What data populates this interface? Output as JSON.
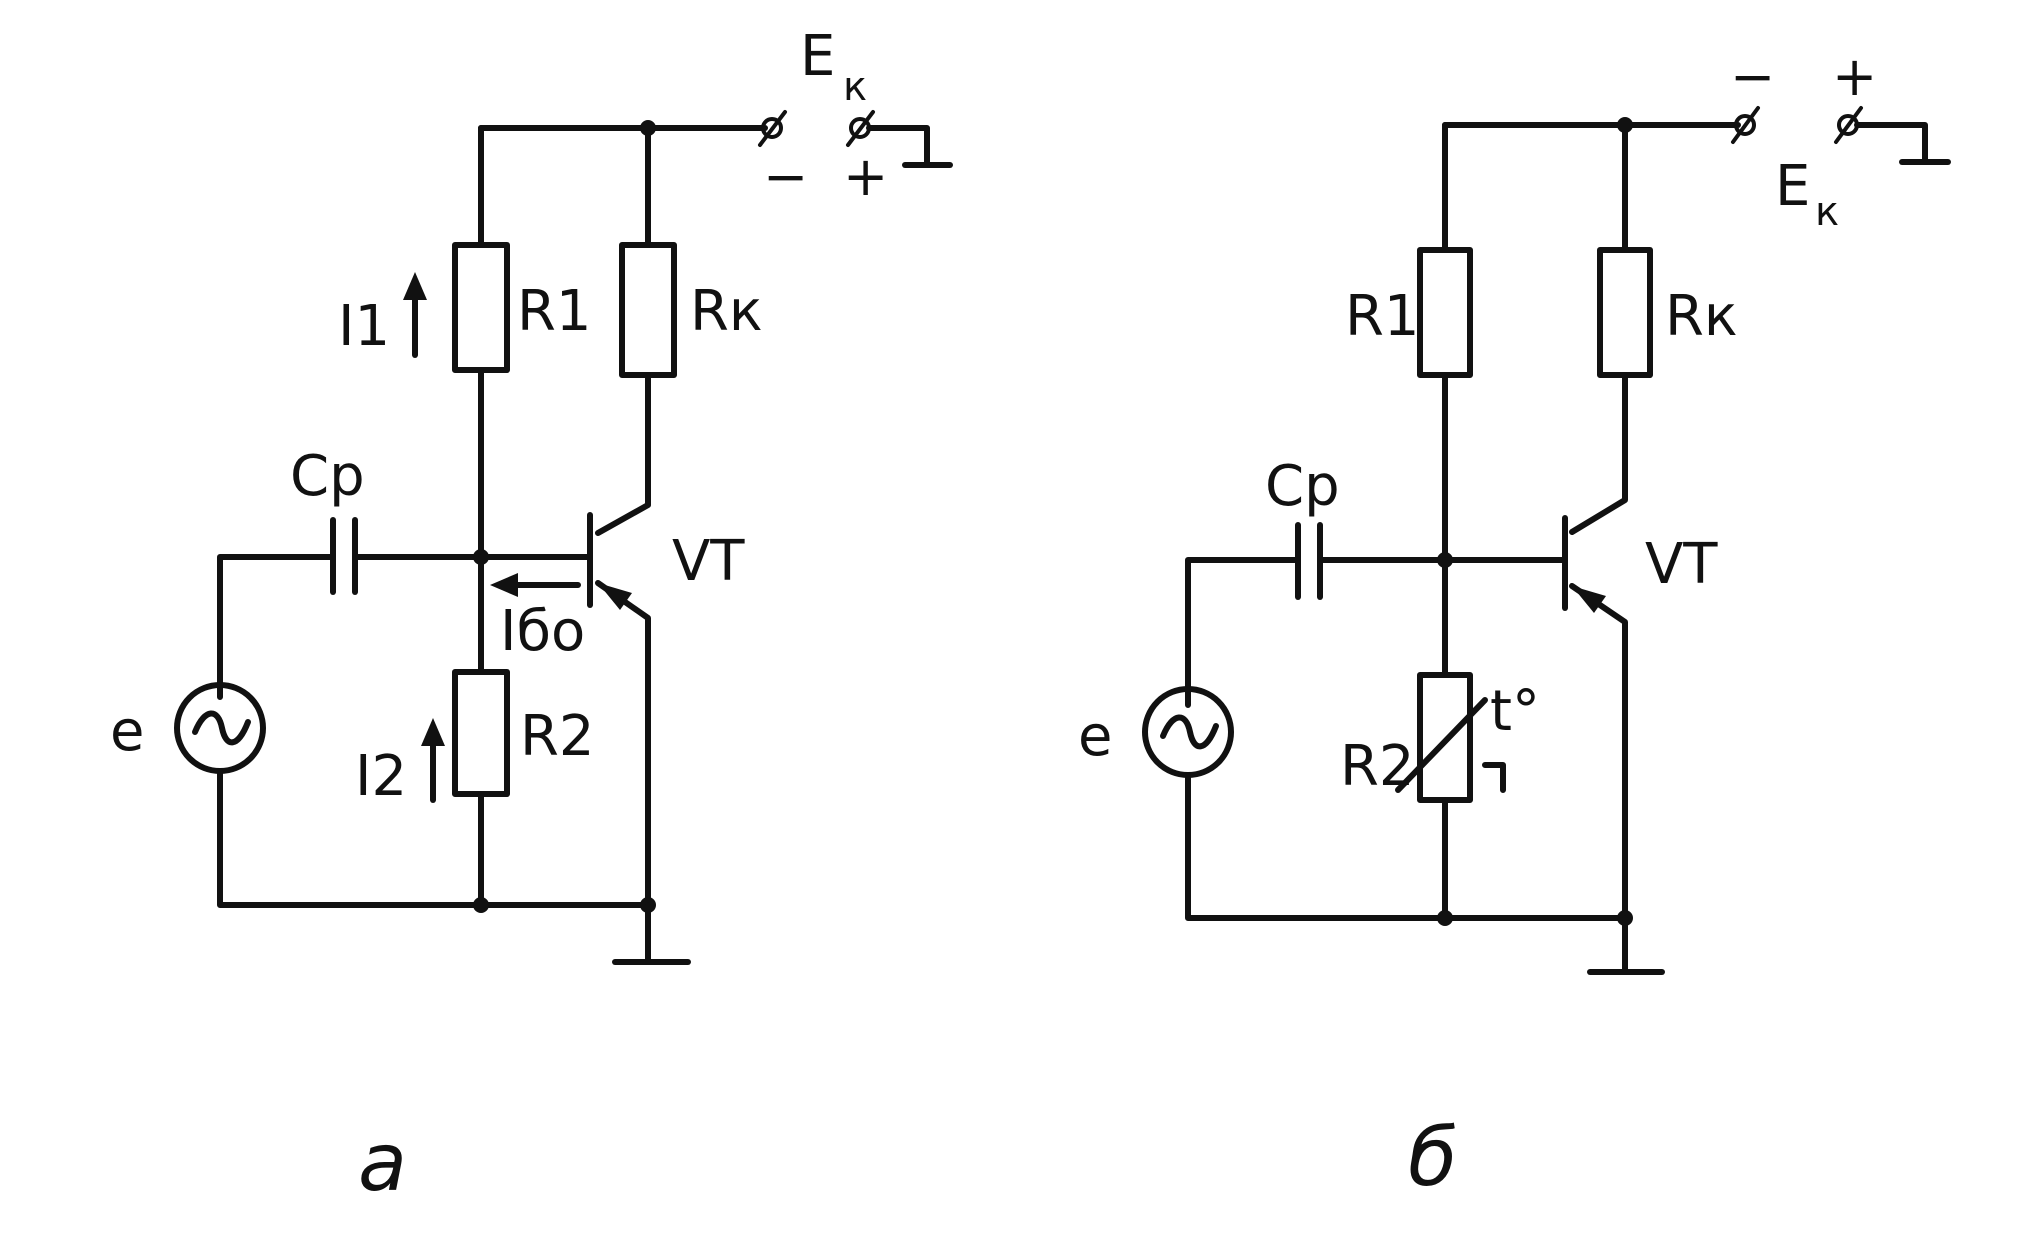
{
  "circuits": [
    {
      "caption": "а",
      "supply": {
        "main": "E",
        "sub": "к",
        "minus": "−",
        "plus": "+"
      },
      "resistor_r1": "R1",
      "resistor_rk": "Rк",
      "resistor_r2": "R2",
      "capacitor": "Cp",
      "transistor": "VT",
      "source": "e",
      "current_i1": "I1",
      "current_i2": "I2",
      "current_ibo": "Iбo"
    },
    {
      "caption": "б",
      "supply": {
        "main": "E",
        "sub": "к",
        "minus": "−",
        "plus": "+"
      },
      "resistor_r1": "R1",
      "resistor_rk": "Rк",
      "resistor_r2": "R2",
      "capacitor": "Cp",
      "transistor": "VT",
      "source": "e",
      "thermistor_mark": "t°"
    }
  ]
}
